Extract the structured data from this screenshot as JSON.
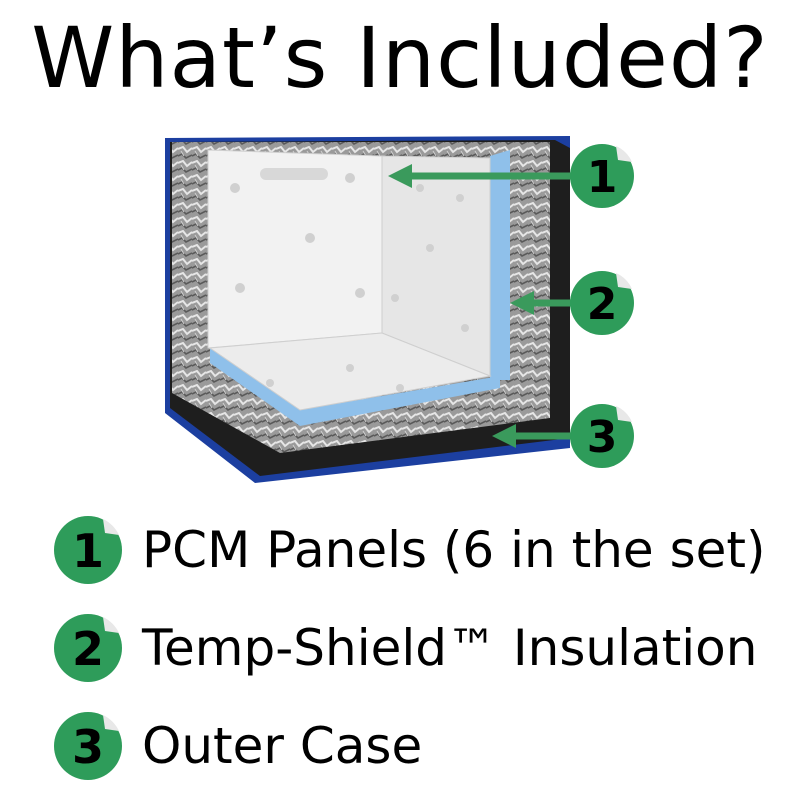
{
  "title": "What’s Included?",
  "colors": {
    "badge_green": "#2e9c5a",
    "arrow_green": "#3a9a5c",
    "case_blue": "#1c3fa0",
    "panel_light_blue": "#8fc0ea",
    "insulation_gray": "#9a9a9a",
    "panel_white": "#f2f2f2",
    "outer_black": "#1e1e1e"
  },
  "callouts": [
    {
      "number": "1"
    },
    {
      "number": "2"
    },
    {
      "number": "3"
    }
  ],
  "legend": [
    {
      "number": "1",
      "label": "PCM Panels (6 in the set)"
    },
    {
      "number": "2",
      "label": "Temp-Shield™ Insulation"
    },
    {
      "number": "3",
      "label": "Outer Case"
    }
  ]
}
